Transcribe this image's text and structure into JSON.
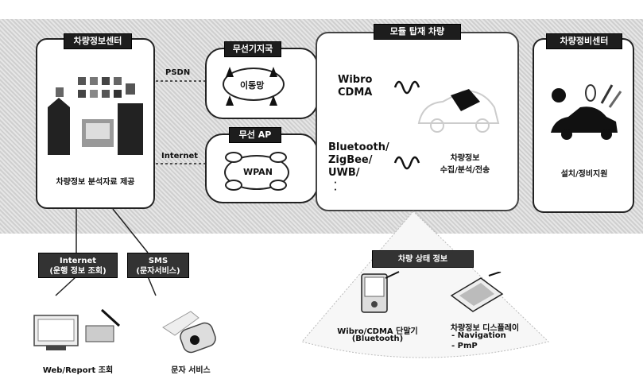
{
  "center_info": {
    "title": "차량정보센터",
    "caption": "차량정보 분석자료 제공"
  },
  "base_station": {
    "title": "무선기지국",
    "mobile_net": "이동망",
    "tech_line1": "Wibro",
    "tech_line2": "CDMA"
  },
  "wireless_ap": {
    "title": "무선 AP",
    "wpan": "WPAN",
    "tech_line1": "Bluetooth/",
    "tech_line2": "ZigBee/",
    "tech_line3": "UWB/",
    "tech_dots": "·\n·"
  },
  "vehicle_module": {
    "title": "모듈 탑재 차량",
    "caption_line1": "차량정보",
    "caption_line2": "수집/분석/전송"
  },
  "maintenance_center": {
    "title": "차량정비센터",
    "caption": "설치/정비지원"
  },
  "links": {
    "psdn": "PSDN",
    "internet": "Internet"
  },
  "bottom_left": {
    "internet_box_line1": "Internet",
    "internet_box_line2": "(운행 정보 조회)",
    "sms_box_line1": "SMS",
    "sms_box_line2": "(문자서비스)",
    "web_caption": "Web/Report 조회",
    "sms_caption": "문자 서비스"
  },
  "vehicle_status": {
    "title": "차량 상태 정보",
    "terminal_line1": "Wibro/CDMA 단말기",
    "terminal_line2": "(Bluetooth)",
    "display_title": "차량정보 디스플레이",
    "display_item1": "- Navigation",
    "display_item2": "- PmP"
  }
}
